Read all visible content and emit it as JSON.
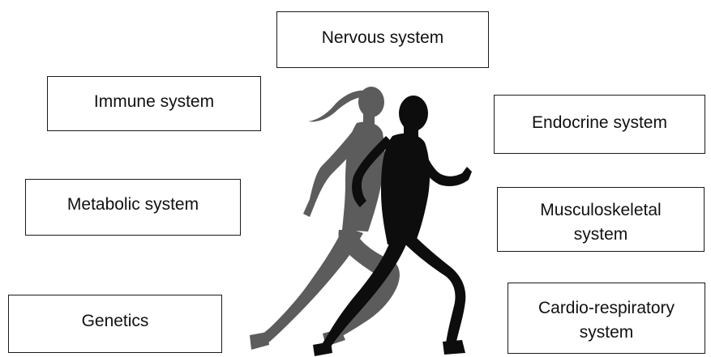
{
  "labels": {
    "nervous": "Nervous system",
    "immune": "Immune system",
    "endocrine": "Endocrine system",
    "metabolic": "Metabolic system",
    "musculoskeletal_line1": "Musculoskeletal",
    "musculoskeletal_line2": "system",
    "genetics": "Genetics",
    "cardio_line1": "Cardio-respiratory",
    "cardio_line2": "system"
  },
  "colors": {
    "female_runner": "#5c5c5c",
    "male_runner": "#0d0d0d",
    "box_border": "#1a1a1a"
  }
}
